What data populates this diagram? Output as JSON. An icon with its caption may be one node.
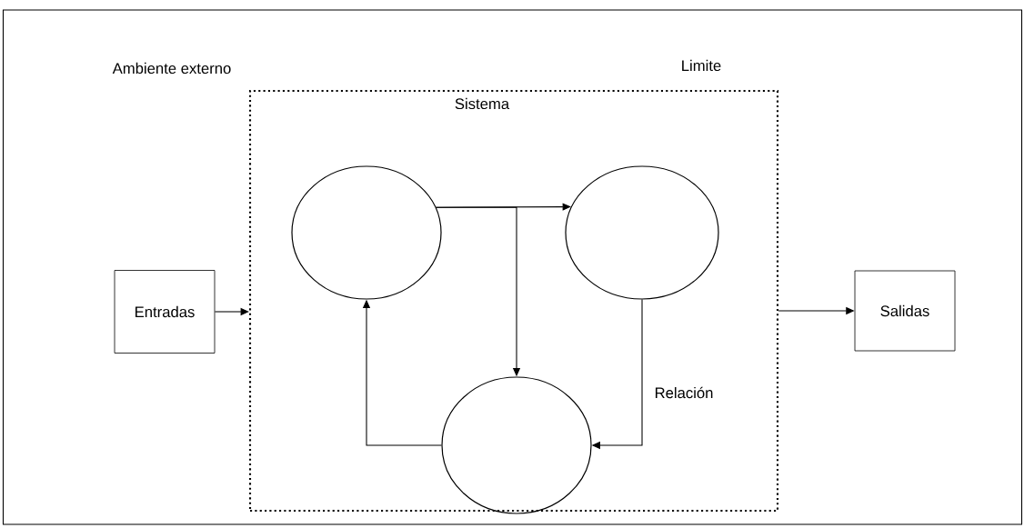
{
  "diagram": {
    "nodes": [
      {
        "text": [
          "Ambiente externo"
        ]
      },
      {
        "text": [
          "Limite",
          "Sistema"
        ],
        "in": 0
      },
      {
        "text": [],
        "shape": "circle",
        "in": 1
      },
      {
        "text": [],
        "shape": "circle",
        "in": 1
      },
      {
        "text": [],
        "shape": "circle",
        "in": 1
      },
      {
        "text": [
          "Entradas"
        ],
        "in": 0
      },
      {
        "text": [
          "Salidas"
        ],
        "in": 0
      }
    ],
    "edges": [
      {
        "from": 5,
        "to": 1,
        "arrow": "to"
      },
      {
        "from": 1,
        "to": 6,
        "arrow": "to"
      },
      {
        "from": 2,
        "to": 3,
        "arrow": "to"
      },
      {
        "from": 2,
        "to": 4,
        "arrow": "to"
      },
      {
        "from": 3,
        "to": 4,
        "arrow": "to",
        "label": "Relación"
      },
      {
        "from": 4,
        "to": 2,
        "arrow": "to"
      }
    ]
  }
}
